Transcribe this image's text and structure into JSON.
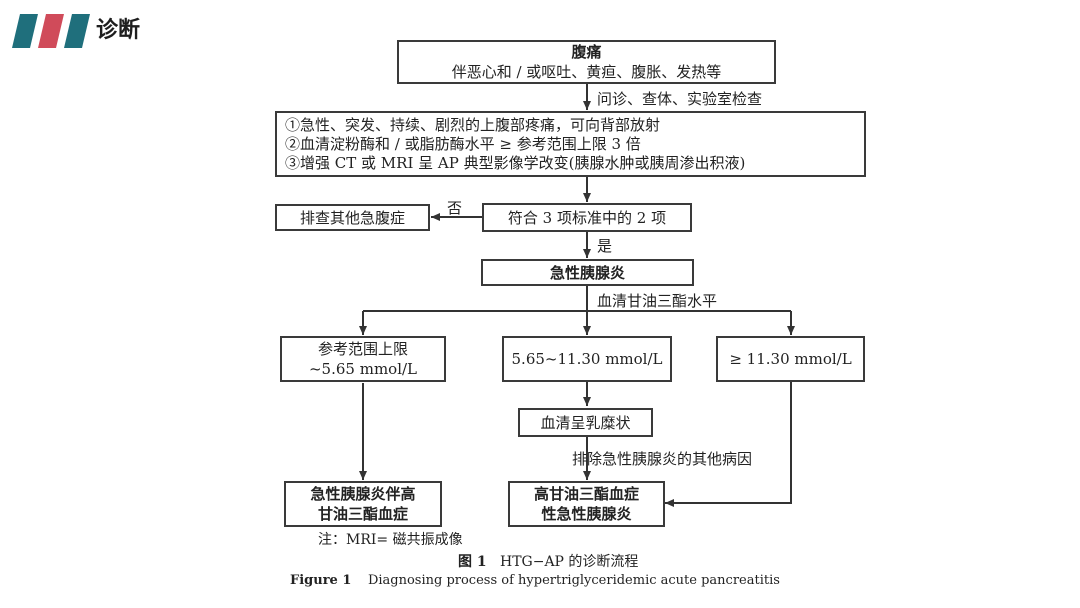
{
  "header": {
    "title": "诊断",
    "logo_colors": [
      "#1f6f7c",
      "#d04b5a",
      "#1f6f7c"
    ]
  },
  "flowchart": {
    "top": {
      "title": "腹痛",
      "line2": "伴恶心和 / 或呕吐、黄疸、腹胀、发热等"
    },
    "edge_exam": "问诊、查体、实验室检查",
    "criteria": [
      "①急性、突发、持续、剧烈的上腹部疼痛，可向背部放射",
      "②血清淀粉酶和 / 或脂肪酶水平 ≥ 参考范围上限 3 倍",
      "③增强 CT 或 MRI 呈 AP 典型影像学改变(胰腺水肿或胰周渗出积液)"
    ],
    "meet": "符合 3 项标准中的 2 项",
    "no_label": "否",
    "exclude": "排查其他急腹症",
    "yes_label": "是",
    "ap": "急性胰腺炎",
    "tg_label": "血清甘油三酯水平",
    "left_range": {
      "line1": "参考范围上限",
      "line2": "~5.65 mmol/L"
    },
    "mid_range": "5.65~11.30 mmol/L",
    "right_range": "≥ 11.30 mmol/L",
    "chylous": "血清呈乳糜状",
    "exclude_other": "排除急性胰腺炎的其他病因",
    "left_result": {
      "line1": "急性胰腺炎伴高",
      "line2": "甘油三酯血症"
    },
    "mid_result": {
      "line1": "高甘油三酯血症",
      "line2": "性急性胰腺炎"
    }
  },
  "note": "注：MRI= 磁共振成像",
  "caption_cn": {
    "label": "图 1",
    "text": "HTG−AP 的诊断流程"
  },
  "caption_en": {
    "label": "Figure 1",
    "text": "Diagnosing process of hypertriglyceridemic acute pancreatitis"
  }
}
